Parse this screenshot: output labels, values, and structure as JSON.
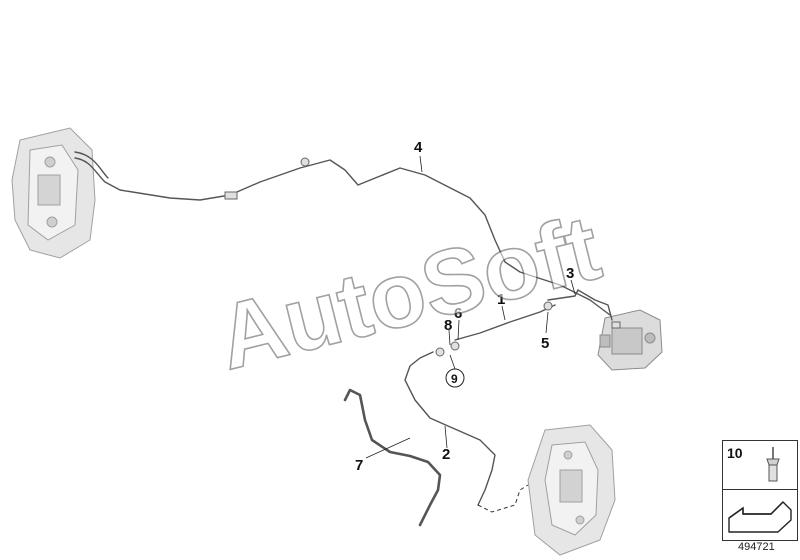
{
  "callouts": {
    "c1": "1",
    "c2": "2",
    "c3": "3",
    "c4": "4",
    "c5": "5",
    "c6": "6",
    "c7": "7",
    "c8": "8",
    "c9": "9"
  },
  "watermark": "AutoSoft",
  "legend": {
    "part_number": "10"
  },
  "diagram_id": "494721",
  "colors": {
    "line": "#555555",
    "part_fill": "#e4e4e4",
    "part_stroke": "#9a9a9a"
  }
}
